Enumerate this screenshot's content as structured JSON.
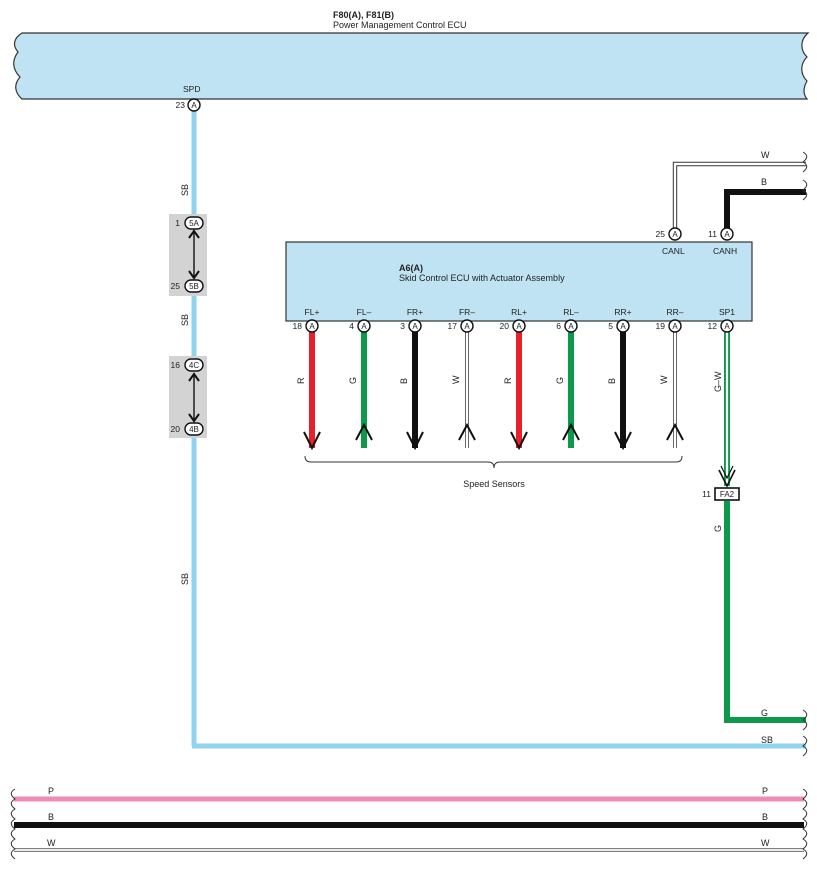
{
  "top_ecu": {
    "title": "F80(A), F81(B)",
    "subtitle": "Power Management Control ECU",
    "pin_label": "SPD",
    "pin_number": "23",
    "pin_connector": "A",
    "fill": "#bfe3f3"
  },
  "skid_ecu": {
    "title": "A6(A)",
    "subtitle": "Skid Control ECU with Actuator Assembly",
    "fill": "#bfe3f3",
    "top_pins": [
      {
        "label": "CANL",
        "number": "25",
        "connector": "A"
      },
      {
        "label": "CANH",
        "number": "11",
        "connector": "A"
      }
    ],
    "bottom_pins": [
      {
        "label": "FL+",
        "number": "18",
        "connector": "A",
        "wire": "R"
      },
      {
        "label": "FL–",
        "number": "4",
        "connector": "A",
        "wire": "G"
      },
      {
        "label": "FR+",
        "number": "3",
        "connector": "A",
        "wire": "B"
      },
      {
        "label": "FR–",
        "number": "17",
        "connector": "A",
        "wire": "W"
      },
      {
        "label": "RL+",
        "number": "20",
        "connector": "A",
        "wire": "R"
      },
      {
        "label": "RL–",
        "number": "6",
        "connector": "A",
        "wire": "G"
      },
      {
        "label": "RR+",
        "number": "5",
        "connector": "A",
        "wire": "B"
      },
      {
        "label": "RR–",
        "number": "19",
        "connector": "A",
        "wire": "W"
      },
      {
        "label": "SP1",
        "number": "12",
        "connector": "A",
        "wire": "G–W"
      }
    ]
  },
  "speed_sensors_label": "Speed Sensors",
  "junctions": [
    {
      "top_pin": "1",
      "top_code": "5A",
      "bottom_pin": "25",
      "bottom_code": "5B"
    },
    {
      "top_pin": "16",
      "top_code": "4C",
      "bottom_pin": "20",
      "bottom_code": "4B"
    }
  ],
  "fa2": {
    "pin": "11",
    "code": "FA2"
  },
  "wire_labels": {
    "spd_upper": "SB",
    "spd_middle": "SB",
    "spd_lower": "SB",
    "canl": "W",
    "canh": "B",
    "fa2_out": "G",
    "g_right": "G",
    "sb_right": "SB"
  },
  "bus_lines": [
    {
      "label_left": "P",
      "label_right": "P",
      "color": "#f08cb8"
    },
    {
      "label_left": "B",
      "label_right": "B",
      "color": "#111111"
    },
    {
      "label_left": "W",
      "label_right": "W",
      "color": "#ffffff"
    }
  ],
  "colors": {
    "SB": "#8fd3f0",
    "R": "#e8202a",
    "G": "#0a9a4a",
    "B": "#111111",
    "W": "#ffffff",
    "P": "#f08cb8",
    "junction_box": "#d3d3d3"
  }
}
